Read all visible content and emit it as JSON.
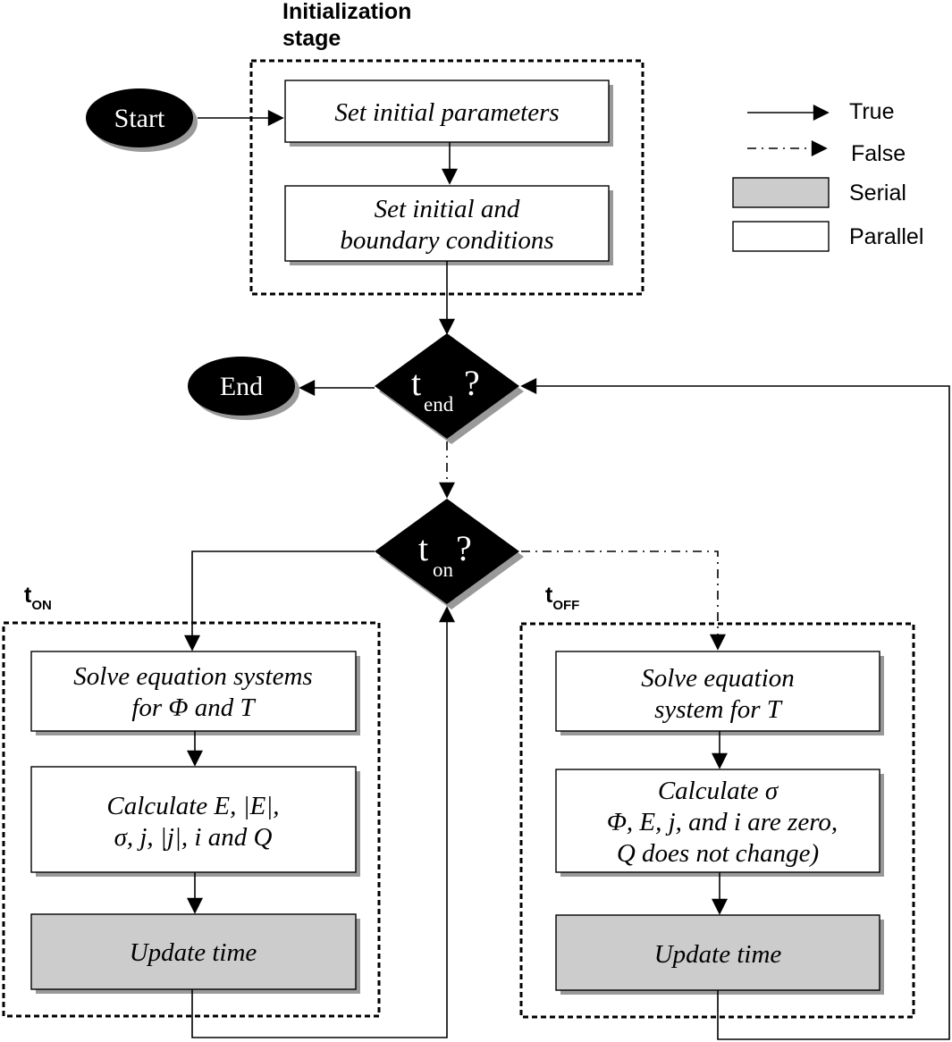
{
  "stages": {
    "init": "Initialization stage",
    "init_line1": "Initialization",
    "init_line2": "stage",
    "on_main": "t",
    "on_sub": "ON",
    "off_main": "t",
    "off_sub": "OFF"
  },
  "terminals": {
    "start": "Start",
    "end": "End"
  },
  "decisions": {
    "end_main": "t",
    "end_sub": "end",
    "end_q": "?",
    "on_main": "t",
    "on_sub": "on",
    "on_q": "?"
  },
  "boxes": {
    "set_params": {
      "lines": [
        "Set initial parameters"
      ],
      "type": "Parallel"
    },
    "set_conditions": {
      "lines": [
        "Set initial and",
        "boundary conditions"
      ],
      "type": "Parallel"
    },
    "on_solve": {
      "lines": [
        "Solve equation systems",
        "for Φ and T"
      ],
      "type": "Parallel"
    },
    "on_calc": {
      "lines": [
        "Calculate E, |E|,",
        "σ, j, |j|, i and Q"
      ],
      "type": "Parallel"
    },
    "on_update": {
      "lines": [
        "Update time"
      ],
      "type": "Serial"
    },
    "off_solve": {
      "lines": [
        "Solve equation",
        "system for T"
      ],
      "type": "Parallel"
    },
    "off_calc": {
      "lines": [
        "Calculate σ",
        "Φ, E, j, and i are zero,",
        "Q does not change)"
      ],
      "type": "Parallel"
    },
    "off_update": {
      "lines": [
        "Update time"
      ],
      "type": "Serial"
    }
  },
  "legend": {
    "true_label": "True",
    "false_label": "False",
    "serial_label": "Serial",
    "parallel_label": "Parallel"
  },
  "colors": {
    "serial_fill": "#cccccc",
    "parallel_fill": "#ffffff",
    "terminal_fill": "#000000",
    "shadow": "#999999"
  }
}
